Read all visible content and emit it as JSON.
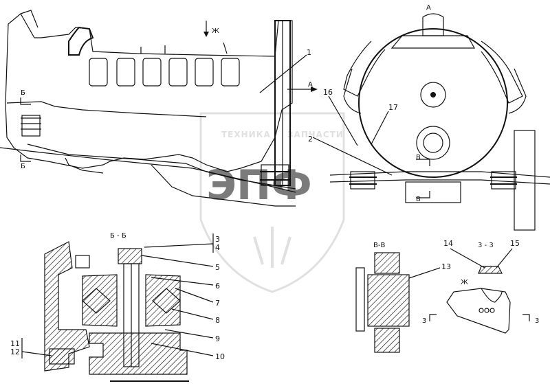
{
  "callouts": {
    "c1": "1",
    "c2": "2",
    "c3": "3",
    "c4": "4",
    "c5": "5",
    "c6": "6",
    "c7": "7",
    "c8": "8",
    "c9": "9",
    "c10": "10",
    "c11": "11",
    "c12": "12",
    "c13": "13",
    "c14": "14",
    "c15": "15",
    "c16": "16",
    "c17": "17"
  },
  "section_labels": {
    "view_a": "А",
    "view_zh_top": "Ж",
    "view_zh_right": "Ж",
    "arrow_a": "А",
    "cut_b_top": "Б",
    "cut_b_bottom": "Б",
    "cut_v_top": "В",
    "cut_v_bottom": "В",
    "section_bb": "Б - Б",
    "section_vv": "В-В",
    "section_zz": "3 - 3",
    "cut_z_left": "3",
    "cut_z_right": "3"
  },
  "watermark": {
    "top_text": "ТЕХНИКА",
    "top_text2": "ЗАПЧАСТИ",
    "logo_text": "ЭПФ"
  },
  "colors": {
    "ink": "#111111",
    "watermark": "#c8c8c8",
    "background": "#ffffff"
  }
}
